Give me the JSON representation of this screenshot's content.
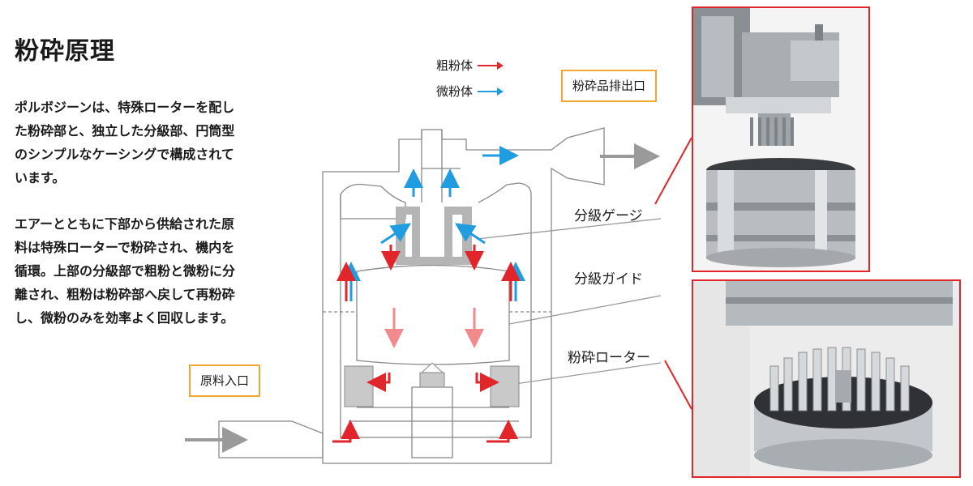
{
  "title": "粉砕原理",
  "paragraph1": [
    "ポルボジーンは、特殊ローターを配し",
    "た粉砕部と、独立した分級部、円筒型",
    "のシンプルなケーシングで構成されて",
    "います。"
  ],
  "paragraph2": [
    "エアーとともに下部から供給された原",
    "料は特殊ローターで粉砕され、機内を",
    "循環。上部の分級部で粗粉と微粉に分",
    "離され、粗粉は粉砕部へ戻して再粉砕",
    "し、微粉のみを効率よく回収します。"
  ],
  "legend": {
    "coarse": {
      "label": "粗粉体",
      "color": "#e0262b"
    },
    "fine": {
      "label": "微粉体",
      "color": "#1f9de0"
    }
  },
  "labels": {
    "outlet": "粉砕品排出口",
    "inlet": "原料入口",
    "classifier_gauge": "分級ゲージ",
    "classifier_guide": "分級ガイド",
    "rotor": "粉砕ローター"
  },
  "colors": {
    "highlight": "#e0262b",
    "label_border": "#f0a830",
    "flow_gray": "#9a9a9a"
  }
}
